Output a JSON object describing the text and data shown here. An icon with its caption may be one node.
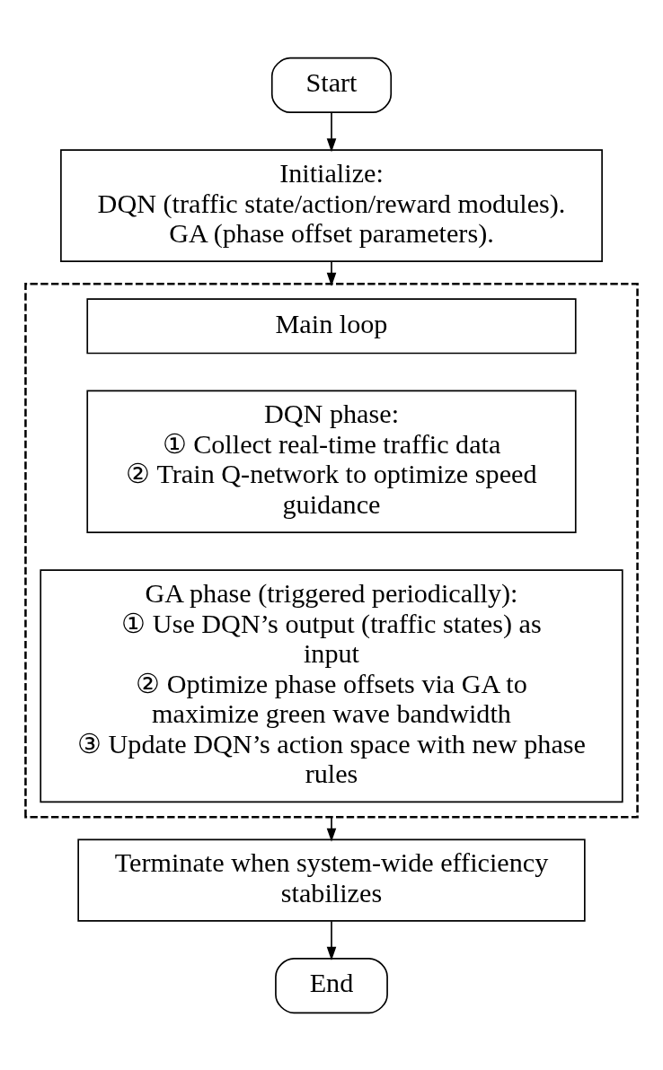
{
  "diagram": {
    "nodes": [
      {
        "text": [
          "Start"
        ]
      },
      {
        "text": [
          "Initialize:",
          "DQN (traffic state/action/reward modules).",
          "GA (phase offset parameters)."
        ]
      },
      {
        "text": [],
        "shape": "box"
      },
      {
        "text": [
          "Main loop"
        ],
        "in": 2
      },
      {
        "text": [
          "DQN phase:",
          "① Collect real-time traffic data",
          "② Train Q-network to optimize speed guidance"
        ],
        "in": 2
      },
      {
        "text": [
          "GA phase (triggered periodically):",
          "① Use DQN’s output (traffic states) as input",
          "② Optimize phase offsets via GA to maximize green wave bandwidth",
          "③ Update DQN’s action space with new phase rules"
        ],
        "in": 2
      },
      {
        "text": [
          "Terminate when system-wide efficiency stabilizes"
        ]
      },
      {
        "text": [
          "End"
        ]
      }
    ],
    "edges": [
      {
        "from": 0,
        "to": 1,
        "arrow": "to"
      },
      {
        "from": 1,
        "to": 2,
        "arrow": "to"
      },
      {
        "from": 2,
        "to": 6,
        "arrow": "to"
      },
      {
        "from": 6,
        "to": 7,
        "arrow": "to"
      }
    ]
  }
}
